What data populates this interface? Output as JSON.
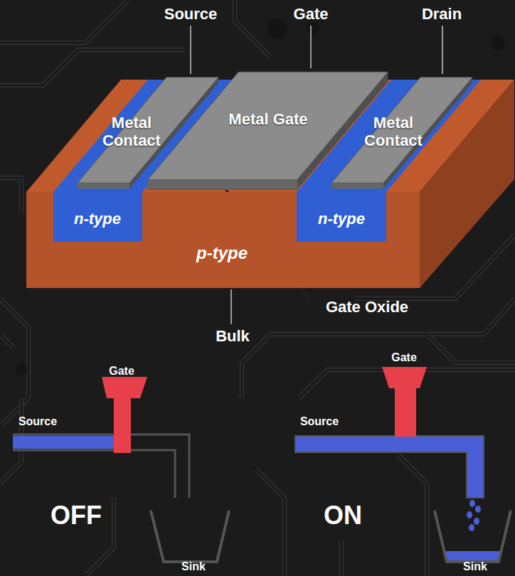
{
  "diagram": {
    "nodes": [
      {
        "text": [
          "Metal Contact"
        ]
      },
      {
        "text": [
          "Metal Gate"
        ]
      },
      {
        "text": [
          "Metal Contact"
        ]
      },
      {
        "text": [
          "p-type"
        ]
      },
      {
        "text": [
          "n-type"
        ],
        "in": 3
      },
      {
        "text": [
          "n-type"
        ],
        "in": 3
      }
    ],
    "labels": [
      "Source",
      "Gate",
      "Drain",
      "Gate Oxide",
      "Bulk",
      "Gate",
      "Source",
      "Sink",
      "OFF",
      "Gate",
      "Source",
      "Sink",
      "ON"
    ]
  }
}
